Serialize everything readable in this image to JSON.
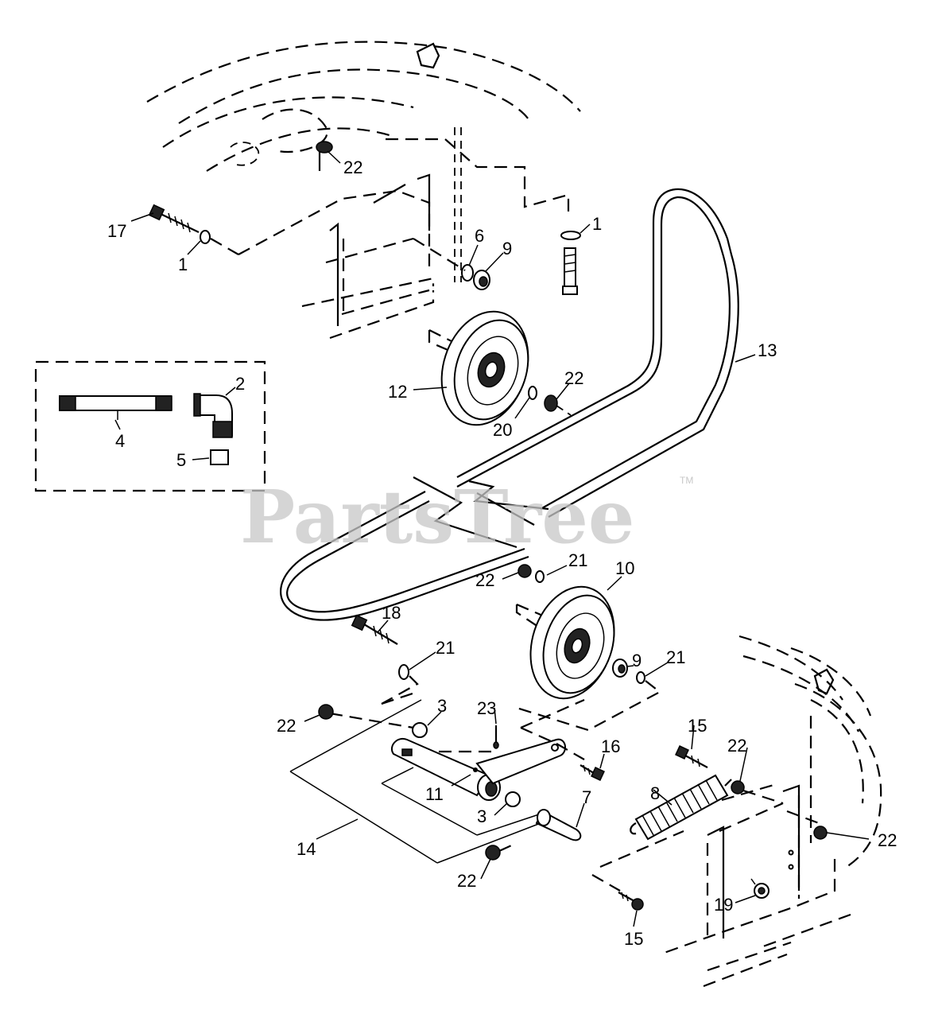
{
  "watermark": {
    "text": "PartsTree",
    "trademark": "TM"
  },
  "callouts": [
    {
      "id": "c22a",
      "text": "22"
    },
    {
      "id": "c17",
      "text": "17"
    },
    {
      "id": "c1a",
      "text": "1"
    },
    {
      "id": "c6",
      "text": "6"
    },
    {
      "id": "c9a",
      "text": "9"
    },
    {
      "id": "c1b",
      "text": "1"
    },
    {
      "id": "c13",
      "text": "13"
    },
    {
      "id": "c2",
      "text": "2"
    },
    {
      "id": "c4",
      "text": "4"
    },
    {
      "id": "c5",
      "text": "5"
    },
    {
      "id": "c12",
      "text": "12"
    },
    {
      "id": "c22b",
      "text": "22"
    },
    {
      "id": "c20",
      "text": "20"
    },
    {
      "id": "c22c",
      "text": "22"
    },
    {
      "id": "c21a",
      "text": "21"
    },
    {
      "id": "c10",
      "text": "10"
    },
    {
      "id": "c18",
      "text": "18"
    },
    {
      "id": "c21b",
      "text": "21"
    },
    {
      "id": "c9b",
      "text": "9"
    },
    {
      "id": "c21c",
      "text": "21"
    },
    {
      "id": "c22d",
      "text": "22"
    },
    {
      "id": "c3a",
      "text": "3"
    },
    {
      "id": "c23",
      "text": "23"
    },
    {
      "id": "c15a",
      "text": "15"
    },
    {
      "id": "c22e",
      "text": "22"
    },
    {
      "id": "c16",
      "text": "16"
    },
    {
      "id": "c8",
      "text": "8"
    },
    {
      "id": "c11",
      "text": "11"
    },
    {
      "id": "c3b",
      "text": "3"
    },
    {
      "id": "c7",
      "text": "7"
    },
    {
      "id": "c22f",
      "text": "22"
    },
    {
      "id": "c14",
      "text": "14"
    },
    {
      "id": "c22g",
      "text": "22"
    },
    {
      "id": "c19",
      "text": "19"
    },
    {
      "id": "c15b",
      "text": "15"
    }
  ]
}
